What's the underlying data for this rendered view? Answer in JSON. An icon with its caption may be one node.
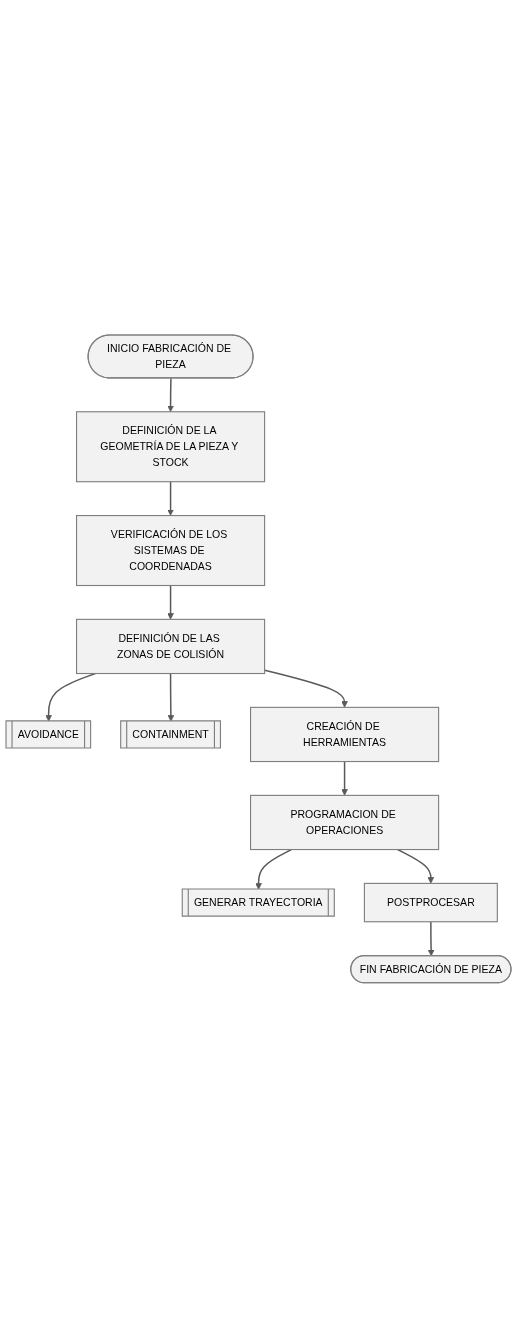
{
  "diagram": {
    "nodes": [
      {
        "text": [
          "INICIO FABRICACIÓN DE PIEZA"
        ]
      },
      {
        "text": [
          "DEFINICIÓN DE LA GEOMETRÍA DE LA PIEZA Y STOCK"
        ]
      },
      {
        "text": [
          "VERIFICACIÓN DE LOS SISTEMAS DE COORDENADAS"
        ]
      },
      {
        "text": [
          "DEFINICIÓN DE LAS ZONAS DE COLISIÓN"
        ]
      },
      {
        "text": [
          "AVOIDANCE"
        ]
      },
      {
        "text": [
          "CONTAINMENT"
        ]
      },
      {
        "text": [
          "CREACIÓN DE HERRAMIENTAS"
        ]
      },
      {
        "text": [
          "PROGRAMACION DE OPERACIONES"
        ]
      },
      {
        "text": [
          "GENERAR TRAYECTORIA"
        ]
      },
      {
        "text": [
          "POSTPROCESAR"
        ]
      },
      {
        "text": [
          "FIN FABRICACIÓN DE PIEZA"
        ]
      }
    ],
    "edges": [
      {
        "from": 0,
        "to": 1,
        "arrow": "to"
      },
      {
        "from": 1,
        "to": 2,
        "arrow": "to"
      },
      {
        "from": 2,
        "to": 3,
        "arrow": "to"
      },
      {
        "from": 3,
        "to": 4,
        "arrow": "to"
      },
      {
        "from": 3,
        "to": 5,
        "arrow": "to"
      },
      {
        "from": 3,
        "to": 6,
        "arrow": "to"
      },
      {
        "from": 6,
        "to": 7,
        "arrow": "to"
      },
      {
        "from": 7,
        "to": 8,
        "arrow": "to"
      },
      {
        "from": 7,
        "to": 9,
        "arrow": "to"
      },
      {
        "from": 9,
        "to": 10,
        "arrow": "to"
      }
    ]
  }
}
